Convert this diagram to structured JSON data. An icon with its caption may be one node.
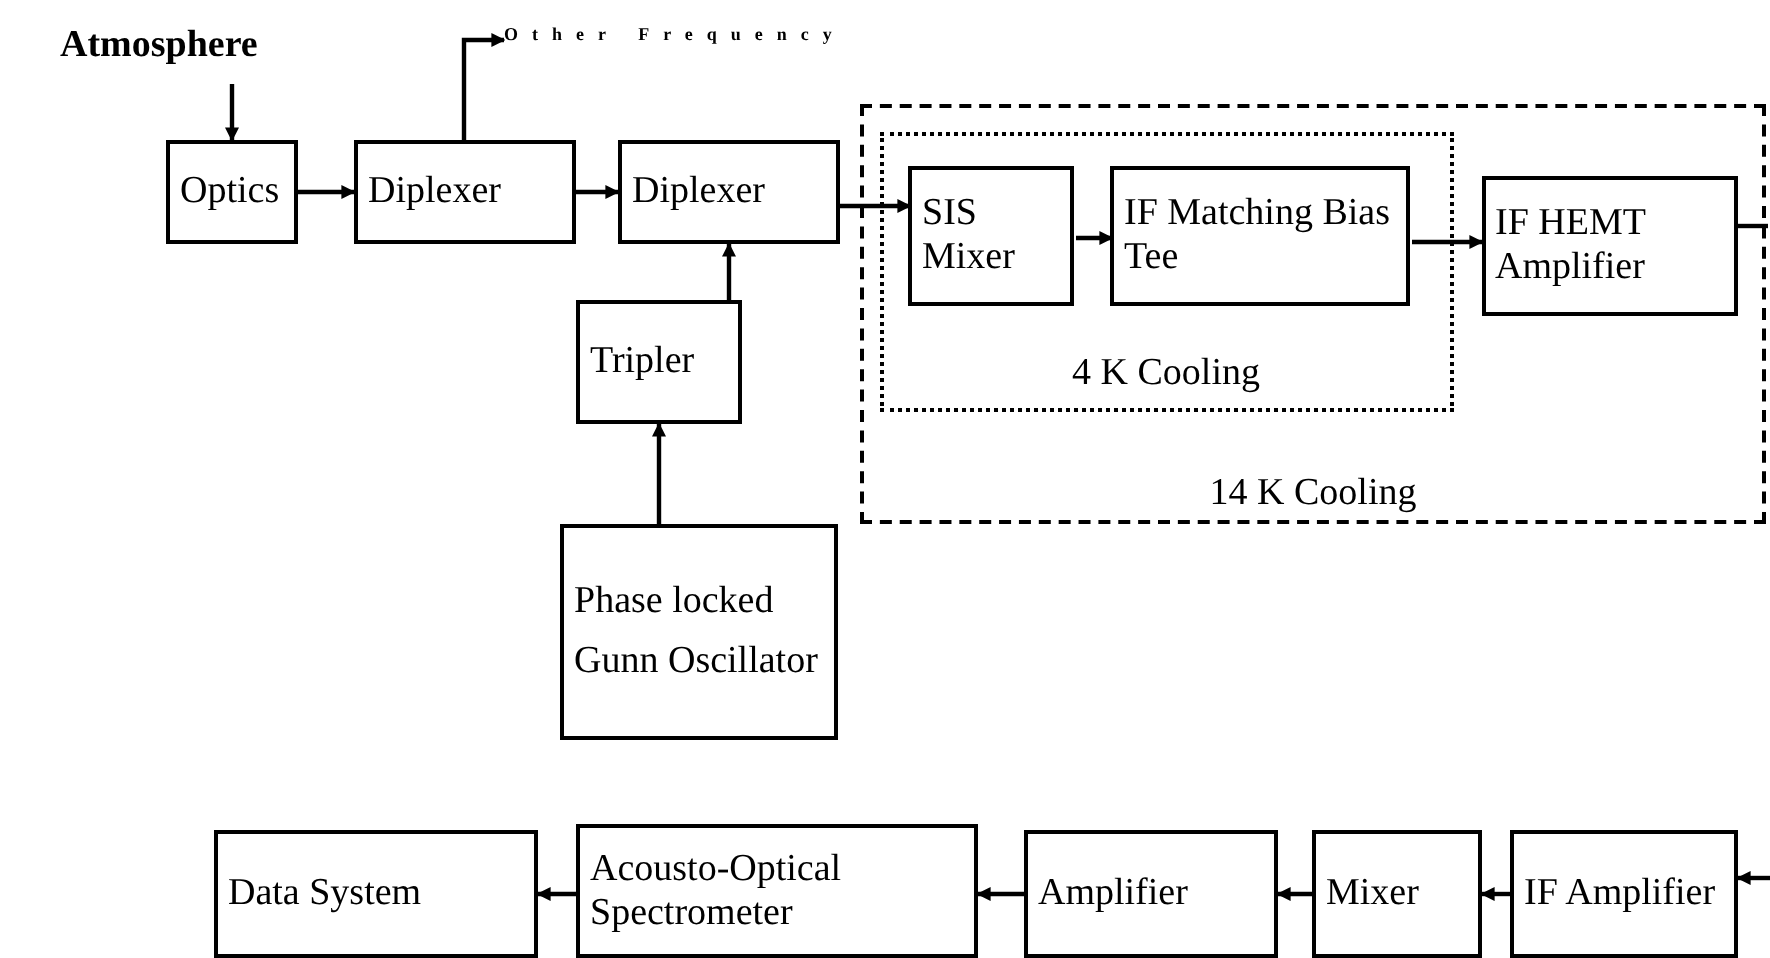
{
  "diagram": {
    "nodes": [
      {
        "text": [
          "Atmosphere"
        ]
      },
      {
        "text": [
          "Optics"
        ]
      },
      {
        "text": [
          "Diplexer"
        ]
      },
      {
        "text": [
          "Diplexer"
        ]
      },
      {
        "text": [
          "Other Frequency"
        ]
      },
      {
        "text": [
          "14 K Cooling"
        ]
      },
      {
        "text": [
          "4 K Cooling"
        ],
        "in": 5
      },
      {
        "text": [
          "SIS Mixer"
        ],
        "in": 6
      },
      {
        "text": [
          "IF Matching Bias Tee"
        ],
        "in": 6
      },
      {
        "text": [
          "IF HEMT Amplifier"
        ],
        "in": 5
      },
      {
        "text": [
          "Tripler"
        ]
      },
      {
        "text": [
          "Phase locked Gunn Oscillator"
        ]
      },
      {
        "text": [
          "Data System"
        ]
      },
      {
        "text": [
          "Acousto-Optical Spectrometer"
        ]
      },
      {
        "text": [
          "Amplifier"
        ]
      },
      {
        "text": [
          "Mixer"
        ]
      },
      {
        "text": [
          "IF Amplifier"
        ]
      }
    ],
    "edges": [
      {
        "from": 0,
        "to": 1,
        "arrow": "to"
      },
      {
        "from": 1,
        "to": 2,
        "arrow": "to"
      },
      {
        "from": 2,
        "to": 4,
        "arrow": "to"
      },
      {
        "from": 2,
        "to": 3,
        "arrow": "to"
      },
      {
        "from": 3,
        "to": 7,
        "arrow": "to"
      },
      {
        "from": 7,
        "to": 8,
        "arrow": "to"
      },
      {
        "from": 8,
        "to": 9,
        "arrow": "to"
      },
      {
        "from": 10,
        "to": 3,
        "arrow": "to"
      },
      {
        "from": 11,
        "to": 10,
        "arrow": "to"
      },
      {
        "from": 9,
        "to": null,
        "arrow": "none"
      },
      {
        "from": null,
        "to": 16,
        "arrow": "to"
      },
      {
        "from": 16,
        "to": 15,
        "arrow": "to"
      },
      {
        "from": 15,
        "to": 14,
        "arrow": "to"
      },
      {
        "from": 14,
        "to": 13,
        "arrow": "to"
      },
      {
        "from": 13,
        "to": 12,
        "arrow": "to"
      }
    ]
  }
}
